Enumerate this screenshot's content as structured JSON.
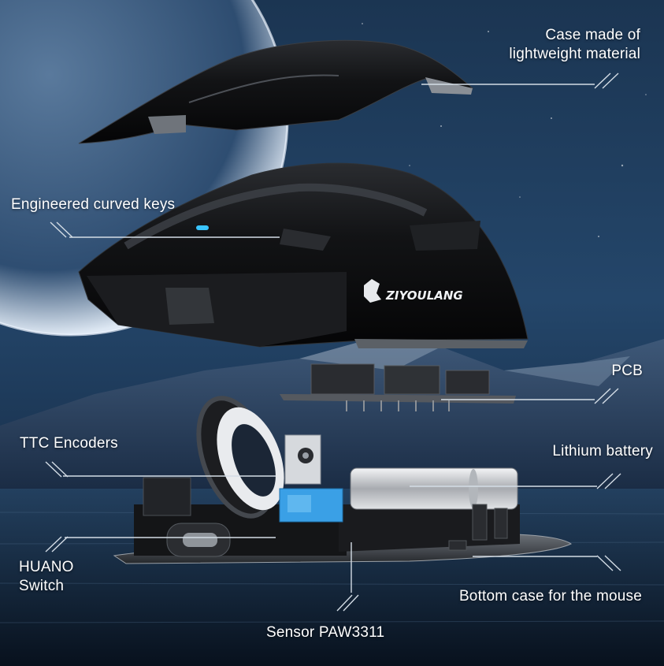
{
  "brand": {
    "logo_text": "ZIYOULANG"
  },
  "callouts": {
    "case": {
      "line1": "Case made of",
      "line2": "lightweight material"
    },
    "keys": "Engineered curved keys",
    "pcb": "PCB",
    "encoders": "TTC Encoders",
    "battery": "Lithium battery",
    "switch": {
      "line1": "HUANO",
      "line2": "Switch"
    },
    "bottom_case": "Bottom case for the mouse",
    "sensor": "Sensor PAW3311"
  },
  "colors": {
    "sky_top": "#1a3350",
    "sky_bottom": "#0b1626",
    "moon": "#dde8f3",
    "mouse_shell": "#0f1012",
    "callout_line": "#d4dde6",
    "sensor_block": "#3aa0e6",
    "battery": "#c9ccd0"
  },
  "icons": {
    "leader_end": "double-slash-icon"
  }
}
